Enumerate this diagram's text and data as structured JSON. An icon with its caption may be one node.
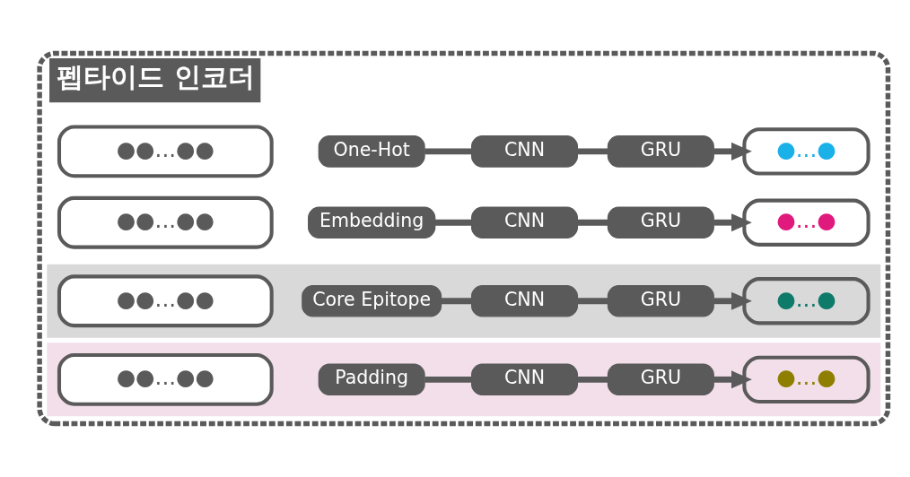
{
  "diagram": {
    "nodes": [
      {
        "text": [
          "펩타이드 인코더"
        ]
      },
      {
        "text": [
          "●●...●●"
        ],
        "in": 0
      },
      {
        "text": [
          "Embedding"
        ],
        "in": 0
      },
      {
        "text": [
          "CNN"
        ],
        "in": 0
      },
      {
        "text": [
          "GRU"
        ],
        "in": 0
      },
      {
        "text": [
          "●...●"
        ],
        "in": 0
      },
      {
        "text": [
          "●●...●●"
        ],
        "in": 0
      },
      {
        "text": [
          "One-Hot"
        ],
        "in": 0
      },
      {
        "text": [
          "CNN"
        ],
        "in": 0
      },
      {
        "text": [
          "GRU"
        ],
        "in": 0
      },
      {
        "text": [
          "●...●"
        ],
        "in": 0
      },
      {
        "text": [],
        "shape": "band",
        "in": 0
      },
      {
        "text": [
          "●●...●●"
        ],
        "in": 11
      },
      {
        "text": [
          "Core Epitope"
        ],
        "in": 11
      },
      {
        "text": [
          "CNN"
        ],
        "in": 11
      },
      {
        "text": [
          "GRU"
        ],
        "in": 11
      },
      {
        "text": [
          "●...●"
        ],
        "in": 11
      },
      {
        "text": [],
        "shape": "band",
        "in": 0
      },
      {
        "text": [
          "●●...●●"
        ],
        "in": 17
      },
      {
        "text": [
          "Padding"
        ],
        "in": 17
      },
      {
        "text": [
          "CNN"
        ],
        "in": 17
      },
      {
        "text": [
          "GRU"
        ],
        "in": 17
      },
      {
        "text": [
          "●...●"
        ],
        "in": 17
      }
    ],
    "edges": [
      {
        "from": 2,
        "to": 3,
        "arrow": "none"
      },
      {
        "from": 3,
        "to": 4,
        "arrow": "none"
      },
      {
        "from": 4,
        "to": 5,
        "arrow": "to"
      },
      {
        "from": 7,
        "to": 8,
        "arrow": "none"
      },
      {
        "from": 8,
        "to": 9,
        "arrow": "none"
      },
      {
        "from": 9,
        "to": 10,
        "arrow": "to"
      },
      {
        "from": 13,
        "to": 14,
        "arrow": "none"
      },
      {
        "from": 14,
        "to": 15,
        "arrow": "none"
      },
      {
        "from": 15,
        "to": 16,
        "arrow": "to"
      },
      {
        "from": 19,
        "to": 20,
        "arrow": "none"
      },
      {
        "from": 20,
        "to": 21,
        "arrow": "none"
      },
      {
        "from": 21,
        "to": 22,
        "arrow": "to"
      }
    ]
  }
}
